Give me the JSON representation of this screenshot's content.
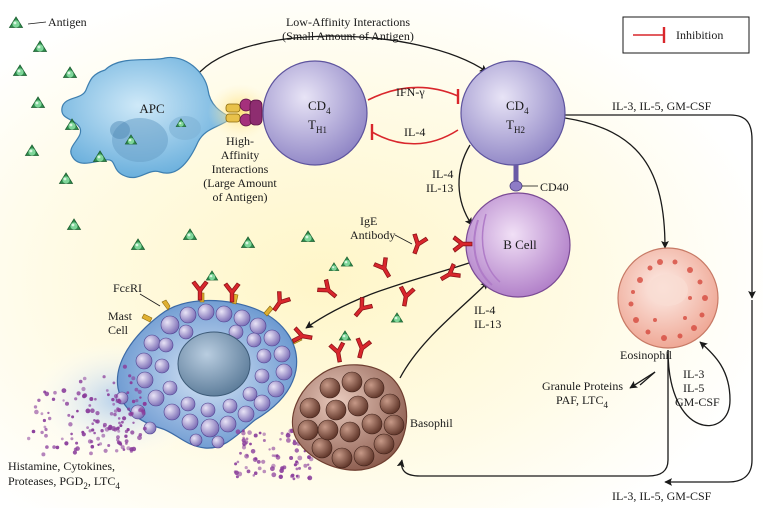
{
  "labels": {
    "antigen": "Antigen",
    "low_affinity_1": "Low-Affinity Interactions",
    "low_affinity_2": "(Small Amount of Antigen)",
    "inhibition": "Inhibition",
    "apc": "APC",
    "high_affinity_1": "High-",
    "high_affinity_2": "Affinity",
    "high_affinity_3": "Interactions",
    "high_affinity_4": "(Large Amount",
    "high_affinity_5": "of Antigen)",
    "cd4": "CD",
    "cd4_sub": "4",
    "th": "T",
    "th1_sub": "H1",
    "th2_sub": "H2",
    "ifn": "IFN-γ",
    "il4_top": "IL-4",
    "il4_left": "IL-4",
    "il13_left": "IL-13",
    "cd40": "CD40",
    "il_cytokines_top": "IL-3, IL-5, GM-CSF",
    "ige_1": "IgE",
    "ige_2": "Antibody",
    "b_cell": "B Cell",
    "fceri": "FcεRI",
    "mast_1": "Mast",
    "mast_2": "Cell",
    "il4_mid": "IL-4",
    "il13_mid": "IL-13",
    "eosinophil": "Eosinophil",
    "il3": "IL-3",
    "il5": "IL-5",
    "gmcsf": "GM-CSF",
    "granule_1": "Granule Proteins",
    "granule_2": "PAF, LTC",
    "granule_2_sub": "4",
    "basophil": "Basophil",
    "histamine_1": "Histamine, Cytokines,",
    "histamine_2": "Proteases, PGD",
    "histamine_2_sub": "2",
    "histamine_2_tail": ", LTC",
    "histamine_2_sub2": "4",
    "il_cytokines_bottom": "IL-3, IL-5, GM-CSF"
  },
  "colors": {
    "apc": "#86c3e8",
    "th": "#a9a2d2",
    "b_cell": "#c497d6",
    "mast": "#7ea7d8",
    "granule": "#9b8fc9",
    "basophil": "#9b6a5a",
    "eosinophil": "#f4c0b2",
    "ige": "#d9262c",
    "antigen": "#3aa25a",
    "inhibit": "#d9262c",
    "mediator": "#8a3d9b"
  }
}
